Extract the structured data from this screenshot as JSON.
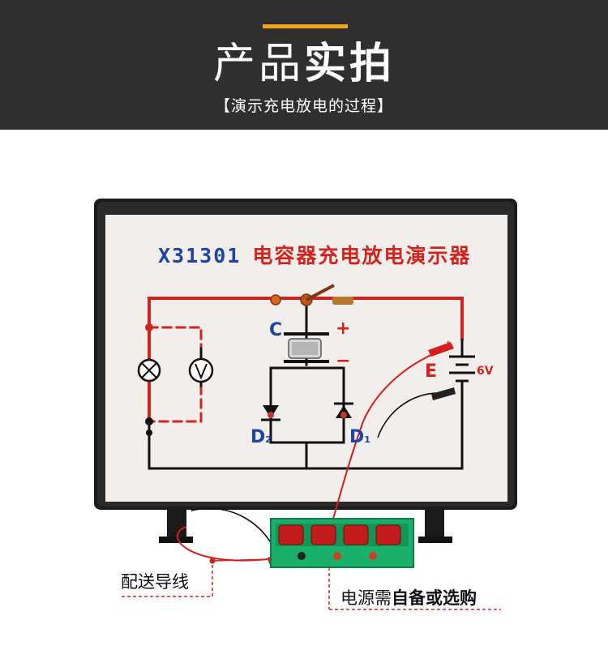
{
  "header": {
    "title_part1": "产品",
    "title_part2": "实拍",
    "subtitle": "【演示充电放电的过程】",
    "accent_color": "#f3a21c",
    "background_color": "#2f2f2f"
  },
  "board": {
    "model": "X31301",
    "name": "电容器充电放电演示器",
    "labels": {
      "capacitor": "C",
      "cap_plus": "+",
      "cap_minus": "−",
      "source": "E",
      "source_plus": "+",
      "voltage": "6V",
      "diode_2": "D",
      "diode_2_sub": "2",
      "diode_1": "D",
      "diode_1_sub": "1"
    }
  },
  "captions": {
    "leads": "配送导线",
    "power_prefix": "电源需",
    "power_bold": "自备或选购"
  }
}
